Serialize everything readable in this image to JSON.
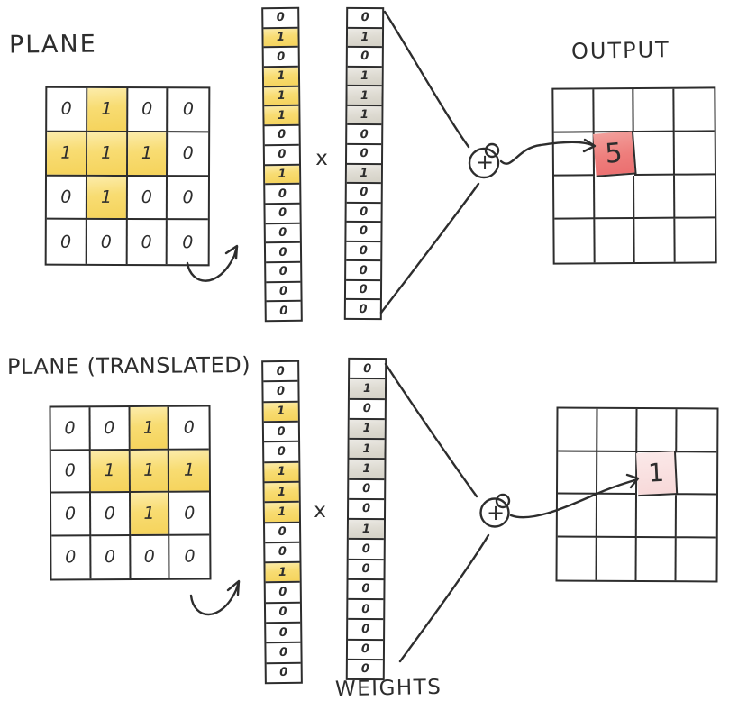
{
  "colors": {
    "ink": "#2d2d2d",
    "highlight_yellow": "#f7d75f",
    "highlight_gray": "#dcd9d0",
    "highlight_red": "#ee7e7c",
    "highlight_pink": "#f9dede",
    "background": "#ffffff"
  },
  "top": {
    "plane_title": "PLANE",
    "plane_grid": [
      [
        "0",
        "1",
        "0",
        "0"
      ],
      [
        "1",
        "1",
        "1",
        "0"
      ],
      [
        "0",
        "1",
        "0",
        "0"
      ],
      [
        "0",
        "0",
        "0",
        "0"
      ]
    ],
    "plane_vector": [
      "0",
      "1",
      "0",
      "1",
      "1",
      "1",
      "0",
      "0",
      "1",
      "0",
      "0",
      "0",
      "0",
      "0",
      "0",
      "0"
    ],
    "multiply_symbol": "x",
    "weights_vector": [
      "0",
      "1",
      "0",
      "1",
      "1",
      "1",
      "0",
      "0",
      "1",
      "0",
      "0",
      "0",
      "0",
      "0",
      "0",
      "0"
    ],
    "sum_symbol": "+",
    "output_title": "OUTPUT",
    "output_cell": {
      "value": "5",
      "row": 1,
      "col": 1
    }
  },
  "bottom": {
    "plane_title": "PLANE (TRANSLATED)",
    "plane_grid": [
      [
        "0",
        "0",
        "1",
        "0"
      ],
      [
        "0",
        "1",
        "1",
        "1"
      ],
      [
        "0",
        "0",
        "1",
        "0"
      ],
      [
        "0",
        "0",
        "0",
        "0"
      ]
    ],
    "plane_vector": [
      "0",
      "0",
      "1",
      "0",
      "0",
      "1",
      "1",
      "1",
      "0",
      "0",
      "1",
      "0",
      "0",
      "0",
      "0",
      "0"
    ],
    "multiply_symbol": "x",
    "weights_vector": [
      "0",
      "1",
      "0",
      "1",
      "1",
      "1",
      "0",
      "0",
      "1",
      "0",
      "0",
      "0",
      "0",
      "0",
      "0",
      "0"
    ],
    "sum_symbol": "+",
    "output_cell": {
      "value": "1",
      "row": 1,
      "col": 2
    },
    "weights_label": "WEIGHTS"
  }
}
